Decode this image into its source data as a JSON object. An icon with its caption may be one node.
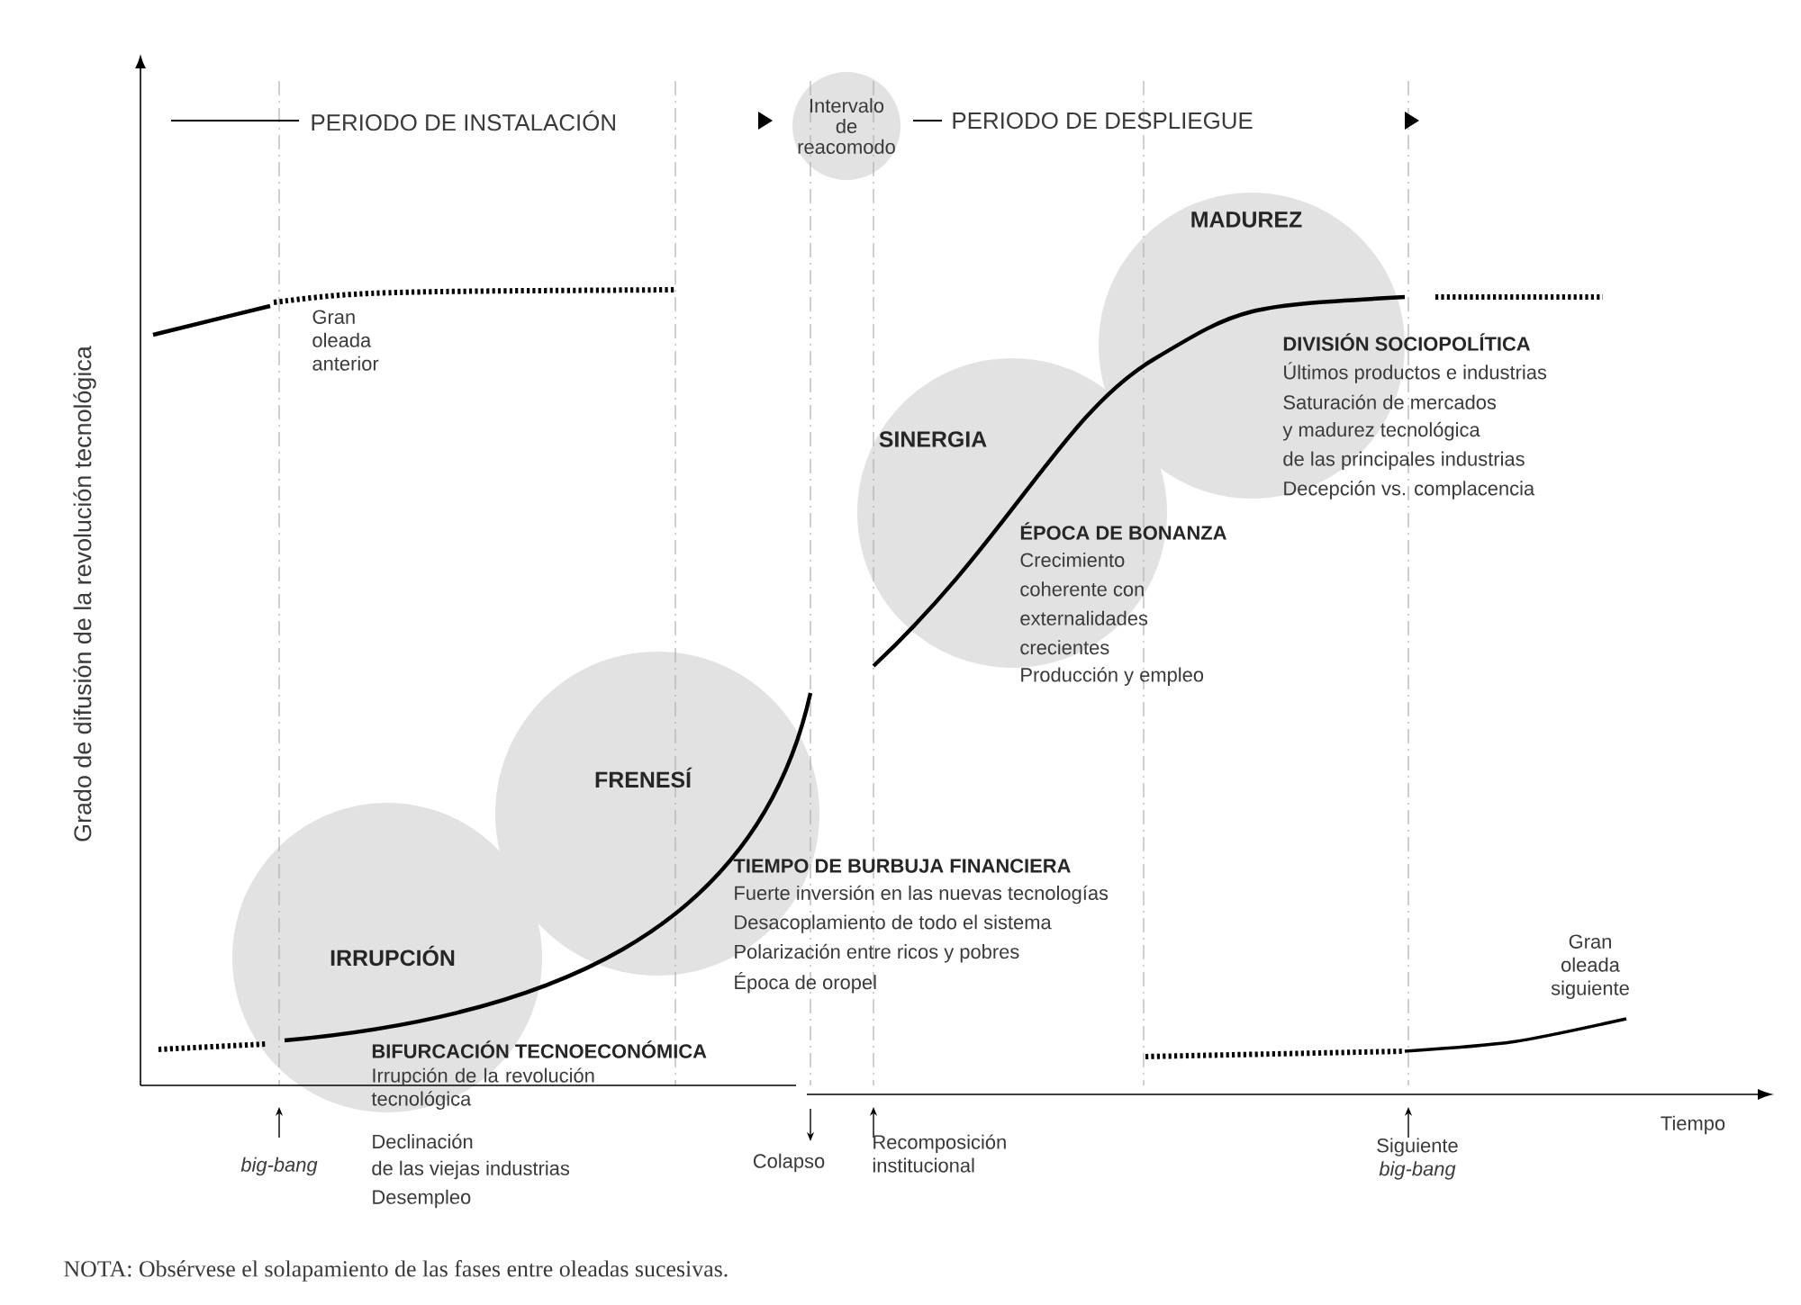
{
  "diagram": {
    "caption": "NOTA: Obsérvese el solapamiento de las fases entre oleadas sucesivas.",
    "nodes": [
      {
        "text": [
          "Intervalo de reacomodo"
        ]
      },
      {
        "text": [
          "MADUREZ"
        ]
      },
      {
        "text": [
          "SINERGIA"
        ]
      },
      {
        "text": [
          "FRENESÍ"
        ]
      },
      {
        "text": [
          "IRRUPCIÓN"
        ]
      }
    ],
    "labels": [
      "PERIODO DE INSTALACIÓN",
      "PERIODO DE DESPLIEGUE",
      "Grado de difusión de la revolución tecnológica",
      "Gran oleada anterior",
      "DIVISIÓN SOCIOPOLÍTICA",
      "Últimos productos e industrias",
      "Saturación de mercados",
      "y madurez tecnológica",
      "de las principales industrias",
      "Decepción vs. complacencia",
      "ÉPOCA DE BONANZA",
      "Crecimiento",
      "coherente con",
      "externalidades",
      "crecientes",
      "Producción y empleo",
      "TIEMPO DE BURBUJA FINANCIERA",
      "Fuerte inversión en las nuevas tecnologías",
      "Desacoplamiento de todo el sistema",
      "Polarización entre ricos y pobres",
      "Época de oropel",
      "Gran oleada siguiente",
      "BIFURCACIÓN TECNOECONÓMICA",
      "Irrupción de la revolución tecnológica",
      "Declinación",
      "de las viejas industrias",
      "Desempleo",
      "Tiempo",
      "big-bang",
      "Colapso",
      "Recomposición institucional",
      "Siguiente *big-bang*"
    ]
  }
}
